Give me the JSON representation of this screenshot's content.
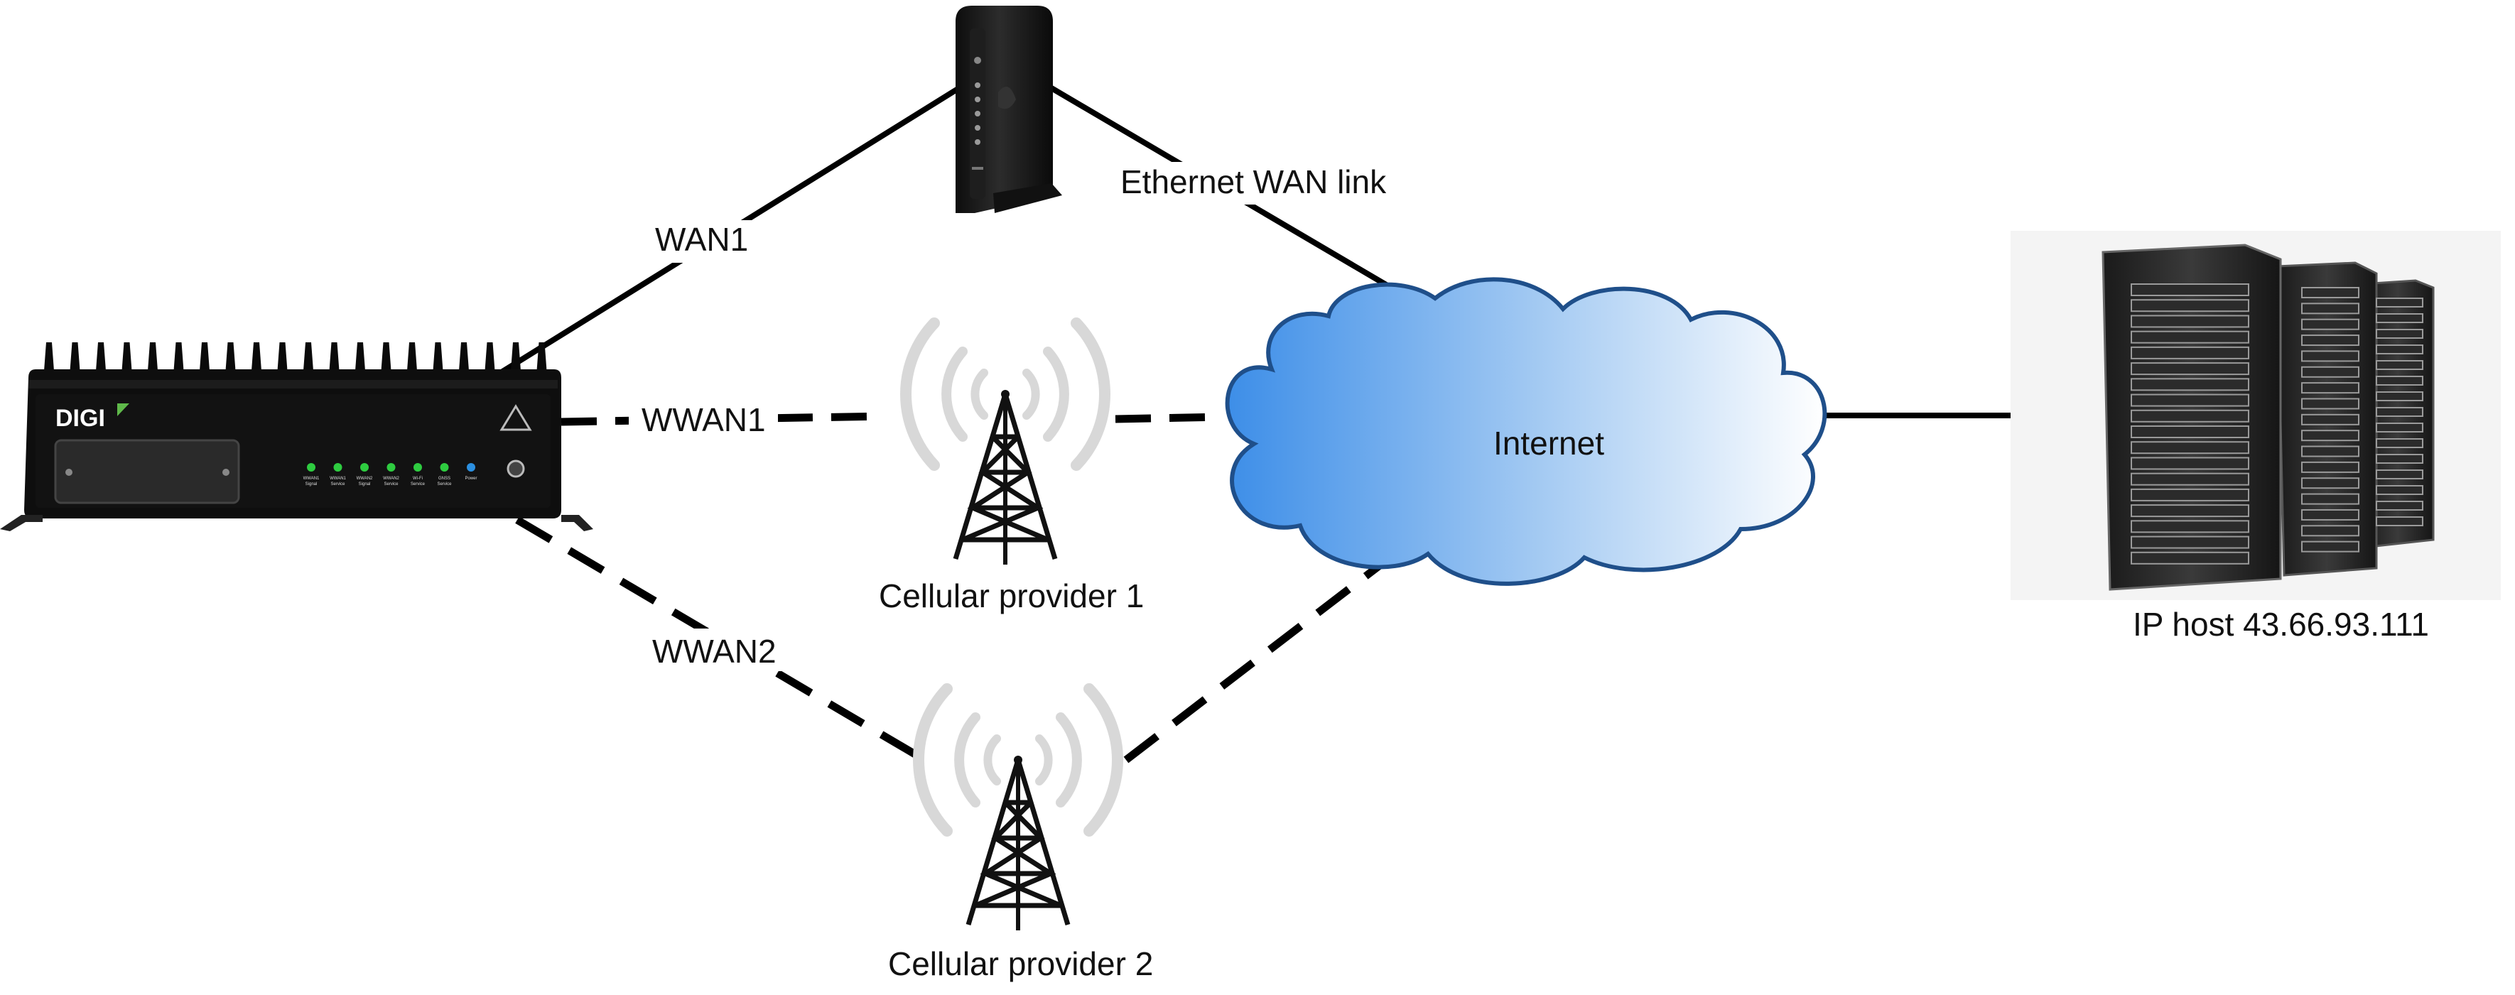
{
  "links": {
    "wan1": "WAN1",
    "wwan1": "WWAN1",
    "wwan2": "WWAN2",
    "ethernet_wan": "Ethernet WAN link"
  },
  "cloud": {
    "label": "Internet"
  },
  "towers": {
    "provider1": "Cellular provider 1",
    "provider2": "Cellular provider 2"
  },
  "host": {
    "label": "IP host 43.66.93.111"
  },
  "router": {
    "brand": "DIGI",
    "leds": [
      {
        "line1": "WWAN1",
        "line2": "Signal"
      },
      {
        "line1": "WWAN1",
        "line2": "Service"
      },
      {
        "line1": "WWAN2",
        "line2": "Signal"
      },
      {
        "line1": "WWAN2",
        "line2": "Service"
      },
      {
        "line1": "Wi-Fi",
        "line2": "Service"
      },
      {
        "line1": "GNSS",
        "line2": "Service"
      },
      {
        "line1": "Power",
        "line2": ""
      }
    ]
  },
  "colors": {
    "line": "#000000",
    "cloud_fill_dark": "#3d8ee8",
    "cloud_fill_light": "#ffffff",
    "cloud_stroke": "#1f4f8a",
    "tower_waves": "#d6d6d6",
    "led_green": "#2ecc40",
    "led_blue": "#2b8fe0"
  }
}
